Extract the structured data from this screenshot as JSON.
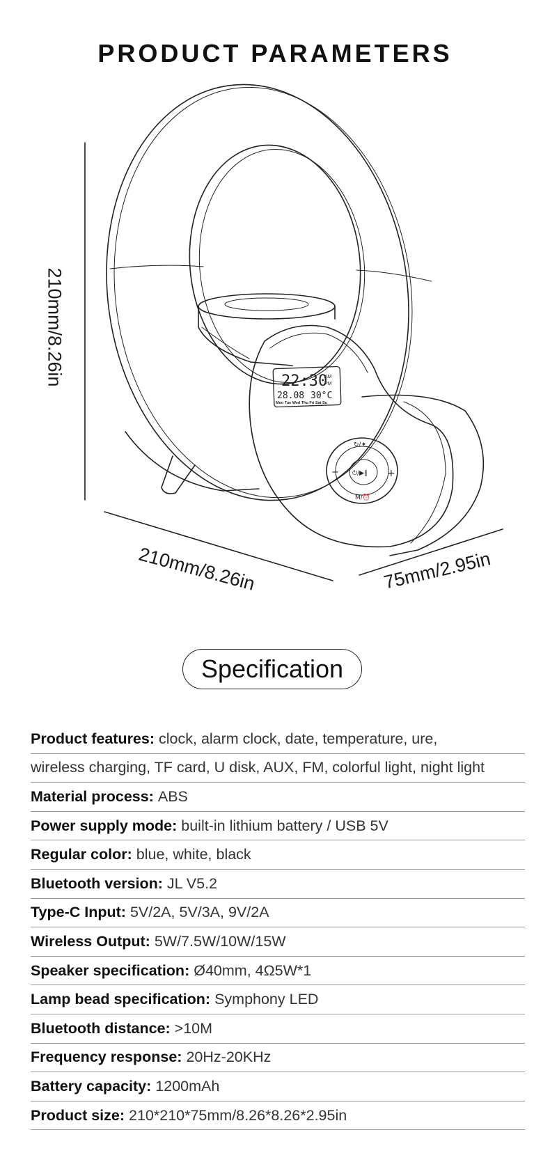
{
  "page": {
    "title": "PRODUCT PARAMETERS",
    "spec_heading": "Specification"
  },
  "dimensions": {
    "height": "210mm/8.26in",
    "width": "210mm/8.26in",
    "depth": "75mm/2.95in"
  },
  "device_display": {
    "time": "22:30",
    "am": "AM",
    "pm": "PM",
    "date": "28.08",
    "temp": "30°C",
    "days": "Mon Tue Wed Thu Fri Sat Su"
  },
  "controls": {
    "top": "↻/✦",
    "left": "−",
    "center": "⏻/▶‖",
    "right": "+",
    "bottom": "M/⏰"
  },
  "specs": [
    {
      "key": "Product features:",
      "value": "clock, alarm clock, date, temperature,  ure,"
    },
    {
      "key": "",
      "value": "wireless charging, TF card, U disk, AUX, FM, colorful light, night light"
    },
    {
      "key": "Material process:",
      "value": "ABS"
    },
    {
      "key": "Power supply mode:",
      "value": "built-in lithium battery / USB 5V"
    },
    {
      "key": "Regular color:",
      "value": "blue, white, black"
    },
    {
      "key": "Bluetooth version:",
      "value": "JL V5.2"
    },
    {
      "key": "Type-C Input:",
      "value": "5V/2A, 5V/3A, 9V/2A"
    },
    {
      "key": "Wireless Output:",
      "value": "5W/7.5W/10W/15W"
    },
    {
      "key": "Speaker specification:",
      "value": "Ø40mm, 4Ω5W*1"
    },
    {
      "key": "Lamp bead specification:",
      "value": "Symphony LED"
    },
    {
      "key": "Bluetooth distance:",
      "value": ">10M"
    },
    {
      "key": "Frequency response:",
      "value": "20Hz-20KHz"
    },
    {
      "key": "Battery capacity:",
      "value": "1200mAh"
    },
    {
      "key": "Product size:",
      "value": "210*210*75mm/8.26*8.26*2.95in"
    }
  ]
}
